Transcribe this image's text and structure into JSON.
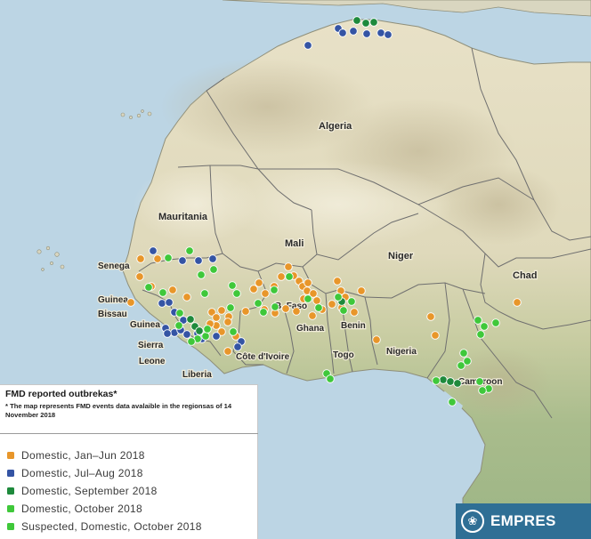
{
  "map": {
    "countries": [
      {
        "id": "algeria",
        "label": "Algeria"
      },
      {
        "id": "mauritania",
        "label": "Mauritania"
      },
      {
        "id": "mali",
        "label": "Mali"
      },
      {
        "id": "niger",
        "label": "Niger"
      },
      {
        "id": "chad",
        "label": "Chad"
      },
      {
        "id": "senegal",
        "label": "Senega"
      },
      {
        "id": "guinea-bissau-1",
        "label": "Guinea"
      },
      {
        "id": "guinea-bissau-2",
        "label": "Bissau"
      },
      {
        "id": "guinea",
        "label": "Guinea"
      },
      {
        "id": "sierra-leone-1",
        "label": "Sierra"
      },
      {
        "id": "sierra-leone-2",
        "label": "Leone"
      },
      {
        "id": "liberia",
        "label": "Liberia"
      },
      {
        "id": "cote-divoire",
        "label": "Côte d'Ivoire"
      },
      {
        "id": "burkina-faso",
        "label": "B. Faso"
      },
      {
        "id": "ghana",
        "label": "Ghana"
      },
      {
        "id": "togo",
        "label": "Togo"
      },
      {
        "id": "benin",
        "label": "Benin"
      },
      {
        "id": "nigeria",
        "label": "Nigeria"
      },
      {
        "id": "cameroon",
        "label": "Cameroon"
      }
    ],
    "colors": {
      "sea": "#bcd5e4",
      "desert": "#e9e2c9",
      "sahel": "#d9d8b6",
      "forest": "#a9bc8c",
      "borders": "#6f6f6f",
      "coast": "#8f8f7a"
    }
  },
  "legend": {
    "title": "FMD reported outbrekas*",
    "note": "* The map represents FMD events data avalaible in the regionsas of 14 November 2018",
    "items": [
      {
        "key": "jan-jun",
        "label": "Domestic, Jan–Jun 2018",
        "color": "#e8962a"
      },
      {
        "key": "jul-aug",
        "label": "Domestic, Jul–Aug 2018",
        "color": "#3454a4"
      },
      {
        "key": "september",
        "label": "Domestic, September 2018",
        "color": "#1e8a3c"
      },
      {
        "key": "october",
        "label": "Domestic, October 2018",
        "color": "#3fc83a"
      },
      {
        "key": "suspected",
        "label": "Suspected, Domestic, October 2018",
        "color": "#3fc83a"
      }
    ]
  },
  "logo": {
    "text": "EMPRES",
    "icon": "fao-emblem-icon",
    "color": "#2f6f95"
  },
  "outbreaks": {
    "jan-jun": [
      [
        158,
        291
      ],
      [
        177,
        291
      ],
      [
        157,
        311
      ],
      [
        147,
        340
      ],
      [
        170,
        322
      ],
      [
        194,
        326
      ],
      [
        210,
        334
      ],
      [
        238,
        351
      ],
      [
        243,
        357
      ],
      [
        249,
        349
      ],
      [
        257,
        356
      ],
      [
        256,
        362
      ],
      [
        243,
        366
      ],
      [
        249,
        373
      ],
      [
        265,
        378
      ],
      [
        256,
        395
      ],
      [
        276,
        350
      ],
      [
        285,
        325
      ],
      [
        291,
        318
      ],
      [
        298,
        330
      ],
      [
        308,
        322
      ],
      [
        316,
        311
      ],
      [
        324,
        300
      ],
      [
        330,
        310
      ],
      [
        336,
        316
      ],
      [
        340,
        322
      ],
      [
        346,
        318
      ],
      [
        345,
        327
      ],
      [
        352,
        330
      ],
      [
        341,
        336
      ],
      [
        356,
        338
      ],
      [
        362,
        348
      ],
      [
        351,
        355
      ],
      [
        333,
        350
      ],
      [
        321,
        347
      ],
      [
        309,
        352
      ],
      [
        297,
        348
      ],
      [
        379,
        316
      ],
      [
        383,
        327
      ],
      [
        388,
        334
      ],
      [
        373,
        342
      ],
      [
        384,
        346
      ],
      [
        406,
        327
      ],
      [
        398,
        351
      ],
      [
        423,
        382
      ],
      [
        484,
        356
      ],
      [
        489,
        377
      ],
      [
        581,
        340
      ],
      [
        236,
        364
      ]
    ],
    "jul-aug": [
      [
        346,
        51
      ],
      [
        380,
        32
      ],
      [
        385,
        37
      ],
      [
        397,
        35
      ],
      [
        412,
        38
      ],
      [
        428,
        37
      ],
      [
        436,
        39
      ],
      [
        172,
        282
      ],
      [
        205,
        293
      ],
      [
        223,
        293
      ],
      [
        239,
        291
      ],
      [
        182,
        341
      ],
      [
        190,
        340
      ],
      [
        196,
        351
      ],
      [
        206,
        360
      ],
      [
        186,
        369
      ],
      [
        196,
        374
      ],
      [
        203,
        371
      ],
      [
        188,
        375
      ],
      [
        210,
        376
      ],
      [
        222,
        375
      ],
      [
        227,
        381
      ],
      [
        243,
        378
      ],
      [
        271,
        384
      ],
      [
        267,
        390
      ]
    ],
    "september": [
      [
        401,
        23
      ],
      [
        411,
        26
      ],
      [
        420,
        25
      ],
      [
        214,
        359
      ],
      [
        219,
        367
      ],
      [
        224,
        372
      ],
      [
        384,
        339
      ],
      [
        498,
        427
      ],
      [
        506,
        429
      ],
      [
        514,
        431
      ]
    ],
    "october": [
      [
        189,
        290
      ],
      [
        213,
        282
      ],
      [
        240,
        303
      ],
      [
        226,
        309
      ],
      [
        167,
        323
      ],
      [
        183,
        329
      ],
      [
        230,
        330
      ],
      [
        261,
        321
      ],
      [
        266,
        330
      ],
      [
        259,
        346
      ],
      [
        262,
        373
      ],
      [
        222,
        381
      ],
      [
        231,
        378
      ],
      [
        308,
        326
      ],
      [
        325,
        311
      ],
      [
        346,
        336
      ],
      [
        358,
        346
      ],
      [
        380,
        334
      ],
      [
        395,
        339
      ],
      [
        386,
        349
      ],
      [
        367,
        420
      ],
      [
        371,
        426
      ],
      [
        290,
        341
      ],
      [
        296,
        351
      ],
      [
        309,
        345
      ],
      [
        233,
        370
      ],
      [
        537,
        360
      ],
      [
        544,
        367
      ],
      [
        540,
        376
      ],
      [
        521,
        397
      ],
      [
        525,
        406
      ],
      [
        518,
        411
      ],
      [
        490,
        428
      ],
      [
        539,
        429
      ],
      [
        549,
        437
      ],
      [
        542,
        439
      ],
      [
        508,
        452
      ],
      [
        202,
        352
      ],
      [
        201,
        366
      ],
      [
        557,
        363
      ],
      [
        215,
        384
      ]
    ]
  }
}
